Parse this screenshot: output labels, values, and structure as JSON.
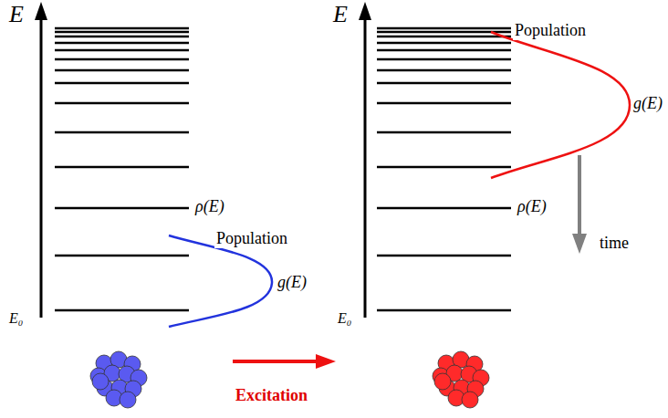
{
  "diagram": {
    "labels": [
      "E",
      "ρ(E)",
      "Population",
      "g(E)",
      "E₀",
      "E",
      "Population",
      "g(E)",
      "ρ(E)",
      "time",
      "E₀",
      "Excitation"
    ]
  }
}
